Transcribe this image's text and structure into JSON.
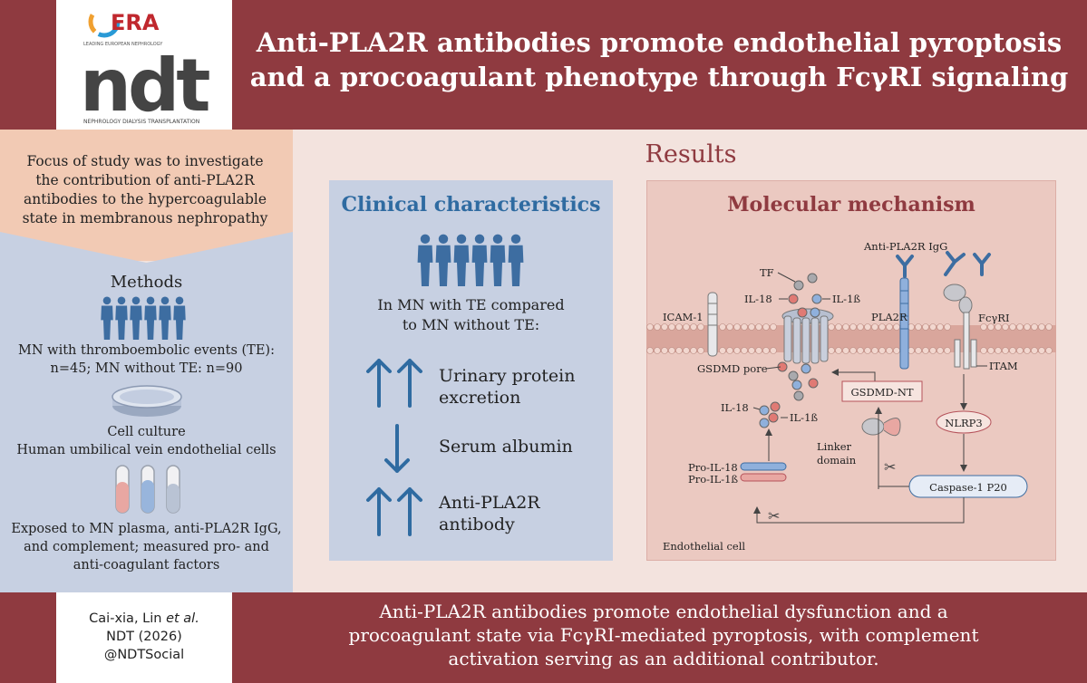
{
  "logo": {
    "era": "ERA",
    "tagline": "LEADING EUROPEAN NEPHROLOGY",
    "ndt": "ndt",
    "subtitle": "NEPHROLOGY DIALYSIS TRANSPLANTATION"
  },
  "title": {
    "line1": "Anti-PLA2R antibodies promote endothelial pyroptosis",
    "line2": "and a procoagulant phenotype through FcγRI signaling"
  },
  "focus": {
    "line1": "Focus of study was to investigate",
    "line2": "the contribution of anti-PLA2R",
    "line3": "antibodies to the hypercoagulable",
    "line4": "state in membranous nephropathy"
  },
  "methods": {
    "title": "Methods",
    "cohort_line1": "MN with thromboembolic events (TE):",
    "cohort_line2": "n=45; MN without TE: n=90",
    "culture_line1": "Cell culture",
    "culture_line2": "Human umbilical vein endothelial cells",
    "exposure_line1": "Exposed to MN plasma, anti-PLA2R IgG,",
    "exposure_line2": "and complement; measured pro- and",
    "exposure_line3": "anti-coagulant factors"
  },
  "results_title": "Results",
  "clinical": {
    "title": "Clinical characteristics",
    "intro_line1": "In MN with TE compared",
    "intro_line2": "to MN without TE:",
    "items": [
      {
        "direction": "up",
        "line1": "Urinary protein",
        "line2": "excretion"
      },
      {
        "direction": "down",
        "line1": "Serum albumin",
        "line2": ""
      },
      {
        "direction": "up",
        "line1": "Anti-PLA2R",
        "line2": "antibody"
      }
    ]
  },
  "mechanism": {
    "title": "Molecular mechanism",
    "labels": {
      "igg": "Anti-PLA2R IgG",
      "tf": "TF",
      "il18_top": "IL-18",
      "il1b_top": "IL-1ß",
      "icam": "ICAM-1",
      "pla2r": "PLA2R",
      "fcgri": "FcγRI",
      "gsdmd_pore": "GSDMD pore",
      "itam": "ITAM",
      "gsdmd_nt": "GSDMD-NT",
      "il18_mid": "IL-18",
      "il1b_mid": "IL-1ß",
      "nlrp3": "NLRP3",
      "linker1": "Linker",
      "linker2": "domain",
      "pro_il18": "Pro-IL-18",
      "pro_il1b": "Pro-IL-1ß",
      "caspase": "Caspase-1 P20",
      "cell": "Endothelial cell"
    }
  },
  "citation": {
    "line1": "Cai-xia, Lin",
    "etal": "et al.",
    "line2": "NDT (2026)",
    "line3": "@NDTSocial"
  },
  "conclusion": {
    "line1": "Anti-PLA2R antibodies promote endothelial dysfunction and a",
    "line2": "procoagulant state via FcγRI-mediated pyroptosis, with complement",
    "line3": "activation serving as an additional contributor."
  },
  "colors": {
    "header": "#8f3a40",
    "blue_panel": "#c7d0e2",
    "peach_panel": "#f2cab4",
    "mech_panel": "#ebc9c1",
    "arrow_blue": "#2f6ba1"
  }
}
